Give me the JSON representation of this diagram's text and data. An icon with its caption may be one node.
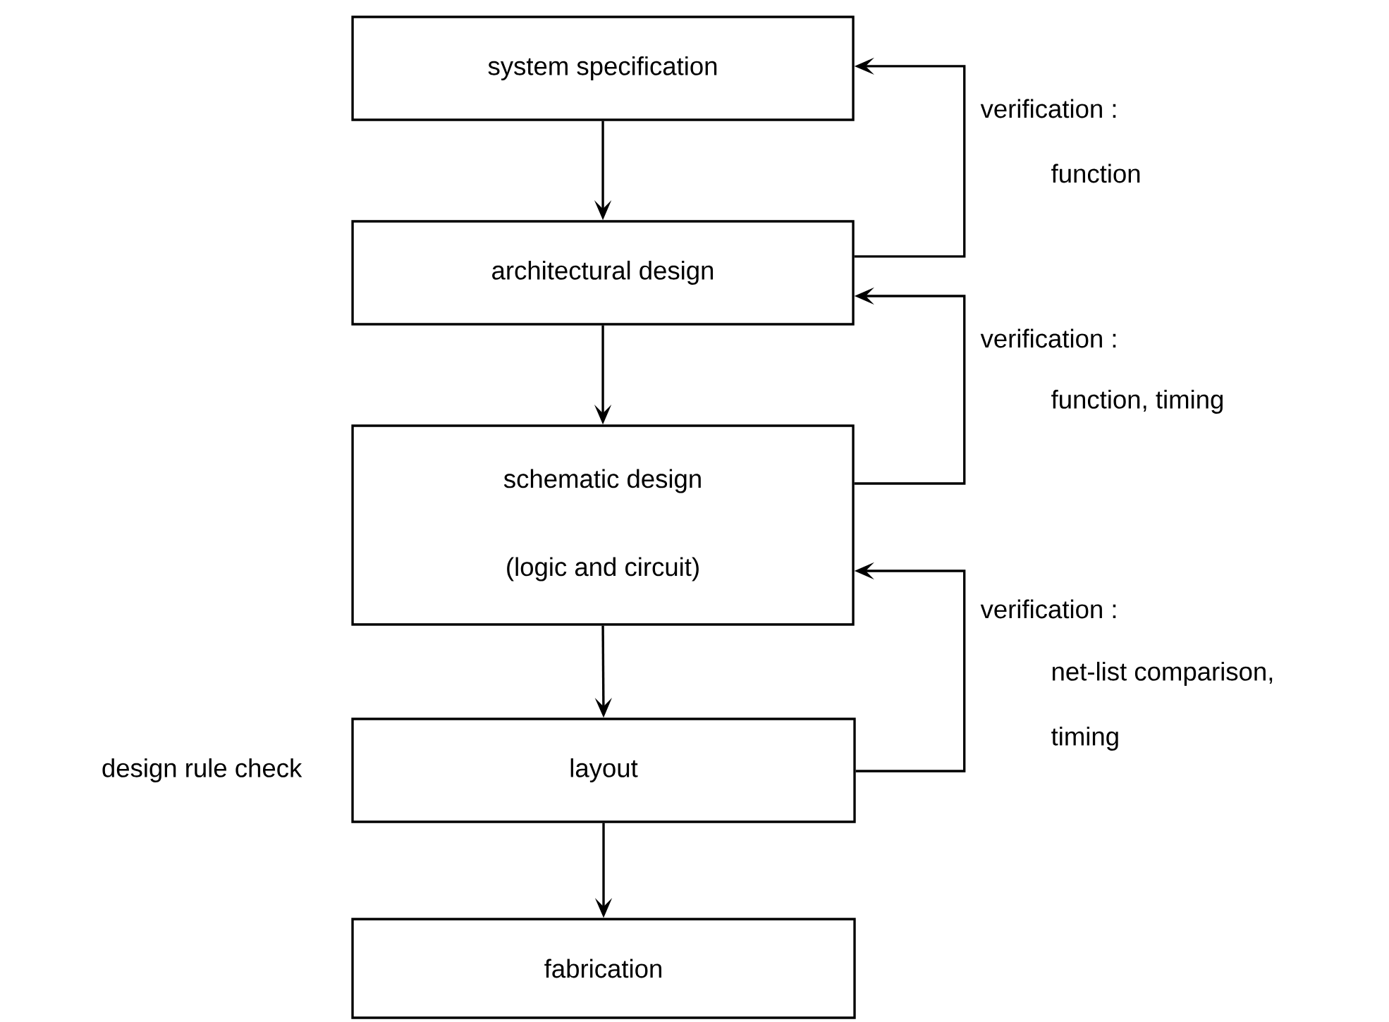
{
  "diagram": {
    "nodes": [
      {
        "text": [
          "system specification"
        ]
      },
      {
        "text": [
          "architectural design"
        ]
      },
      {
        "text": [
          "schematic design",
          "(logic and circuit)"
        ]
      },
      {
        "text": [
          "layout"
        ],
        "beside": [
          "design rule check"
        ]
      },
      {
        "text": [
          "fabrication"
        ]
      }
    ],
    "edges": [
      {
        "from": 0,
        "to": 1,
        "arrow": "to"
      },
      {
        "from": 1,
        "to": 2,
        "arrow": "to"
      },
      {
        "from": 2,
        "to": 3,
        "arrow": "to"
      },
      {
        "from": 3,
        "to": 4,
        "arrow": "to"
      },
      {
        "from": 1,
        "to": 0,
        "arrow": "to"
      },
      {
        "from": 2,
        "to": 1,
        "arrow": "to"
      },
      {
        "from": 3,
        "to": 2,
        "arrow": "to"
      }
    ],
    "labels": [
      "verification :",
      "function",
      "verification :",
      "function, timing",
      "verification :",
      "net-list comparison,",
      "timing"
    ]
  }
}
